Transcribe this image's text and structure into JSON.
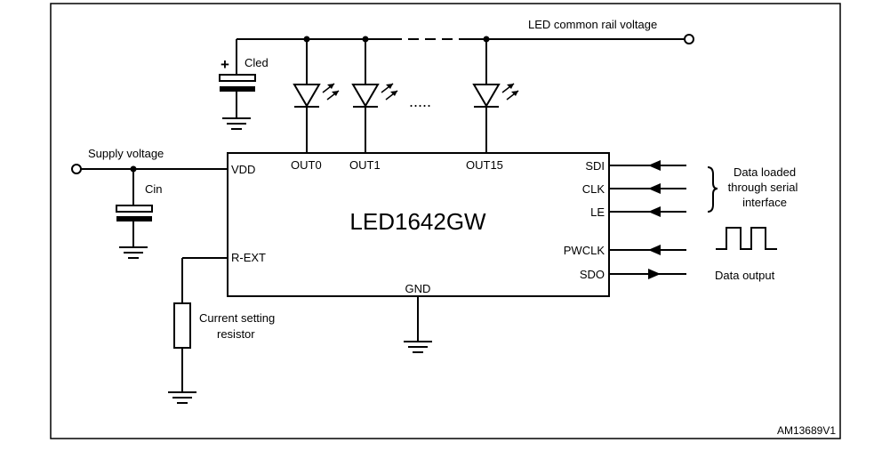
{
  "diagram": {
    "figure_id": "AM13689V1",
    "chip_name": "LED1642GW",
    "labels": {
      "led_rail": "LED common rail voltage",
      "cled": "Cled",
      "cled_polarity": "+",
      "supply": "Supply voltage",
      "cin": "Cin",
      "dots": ".....",
      "resistor_line1": "Current setting",
      "resistor_line2": "resistor",
      "serial_line1": "Data loaded",
      "serial_line2": "through serial",
      "serial_line3": "interface",
      "data_output": "Data output"
    },
    "pins": {
      "vdd": "VDD",
      "rext": "R-EXT",
      "gnd": "GND",
      "out0": "OUT0",
      "out1": "OUT1",
      "out15": "OUT15",
      "sdi": "SDI",
      "clk": "CLK",
      "le": "LE",
      "pwclk": "PWCLK",
      "sdo": "SDO"
    }
  }
}
